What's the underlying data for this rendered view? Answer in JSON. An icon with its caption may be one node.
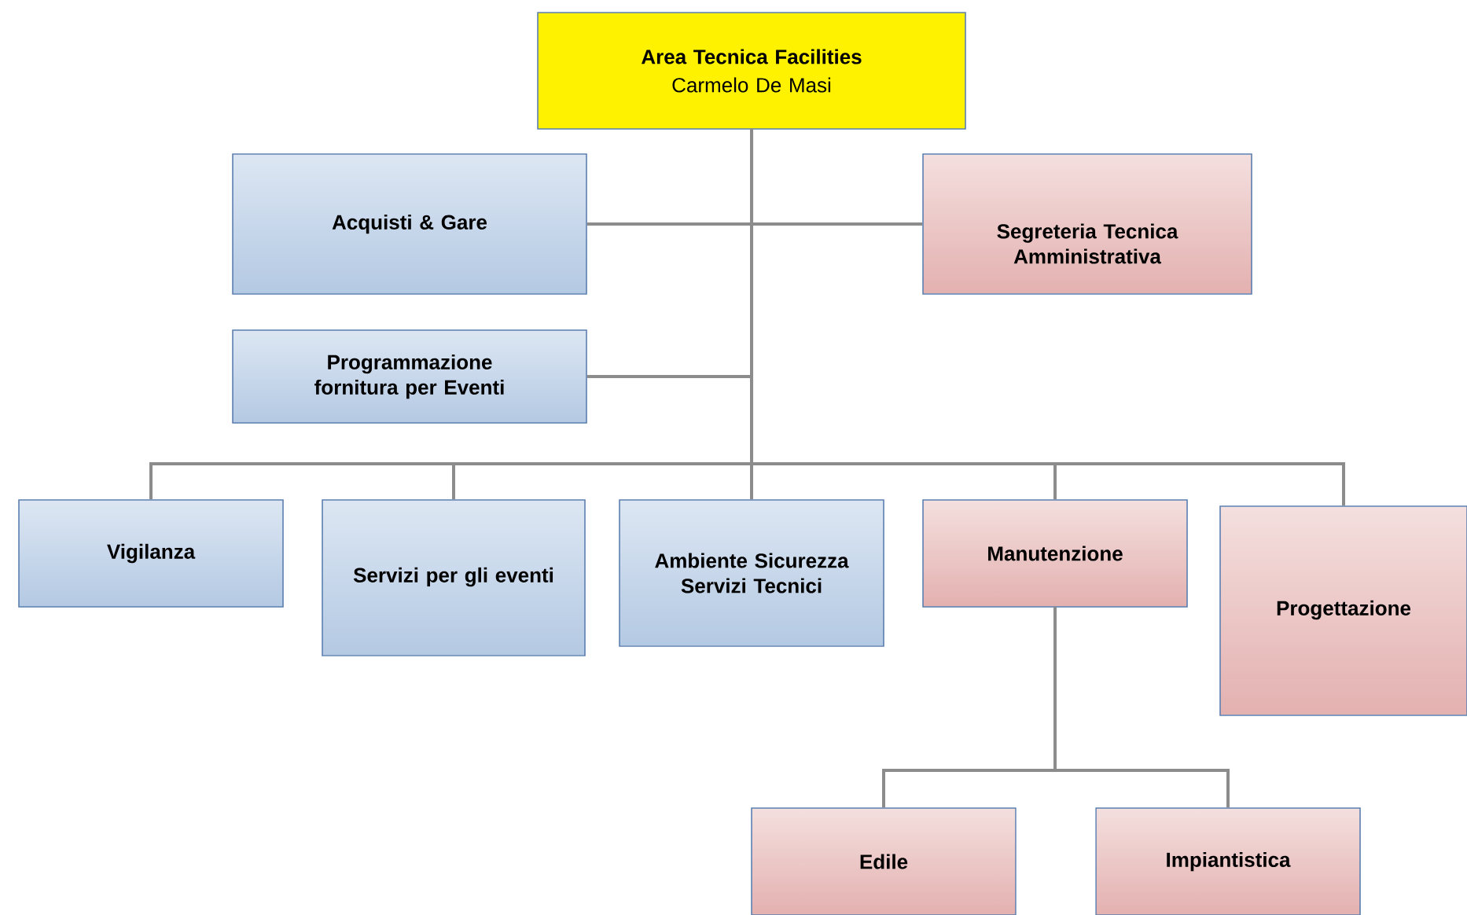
{
  "diagram": {
    "nodes": [
      {
        "text": [
          "Area  Tecnica Facilities",
          "Carmelo De Masi"
        ]
      },
      {
        "text": [
          "Acquisti & Gare"
        ]
      },
      {
        "text": [
          "Segreteria Tecnica Amministrativa"
        ]
      },
      {
        "text": [
          "Programmazione fornitura per Eventi"
        ]
      },
      {
        "text": [
          "Vigilanza"
        ]
      },
      {
        "text": [
          "Servizi per gli eventi"
        ]
      },
      {
        "text": [
          "Ambiente Sicurezza Servizi Tecnici"
        ]
      },
      {
        "text": [
          "Manutenzione"
        ]
      },
      {
        "text": [
          "Progettazione"
        ]
      },
      {
        "text": [
          "Edile"
        ]
      },
      {
        "text": [
          "Impiantistica"
        ]
      }
    ],
    "edges": [
      {
        "from": 0,
        "to": 1,
        "arrow": "none"
      },
      {
        "from": 0,
        "to": 2,
        "arrow": "none"
      },
      {
        "from": 0,
        "to": 3,
        "arrow": "none"
      },
      {
        "from": 0,
        "to": 4,
        "arrow": "none"
      },
      {
        "from": 0,
        "to": 5,
        "arrow": "none"
      },
      {
        "from": 0,
        "to": 6,
        "arrow": "none"
      },
      {
        "from": 0,
        "to": 7,
        "arrow": "none"
      },
      {
        "from": 0,
        "to": 8,
        "arrow": "none"
      },
      {
        "from": 7,
        "to": 9,
        "arrow": "none"
      },
      {
        "from": 7,
        "to": 10,
        "arrow": "none"
      }
    ]
  }
}
